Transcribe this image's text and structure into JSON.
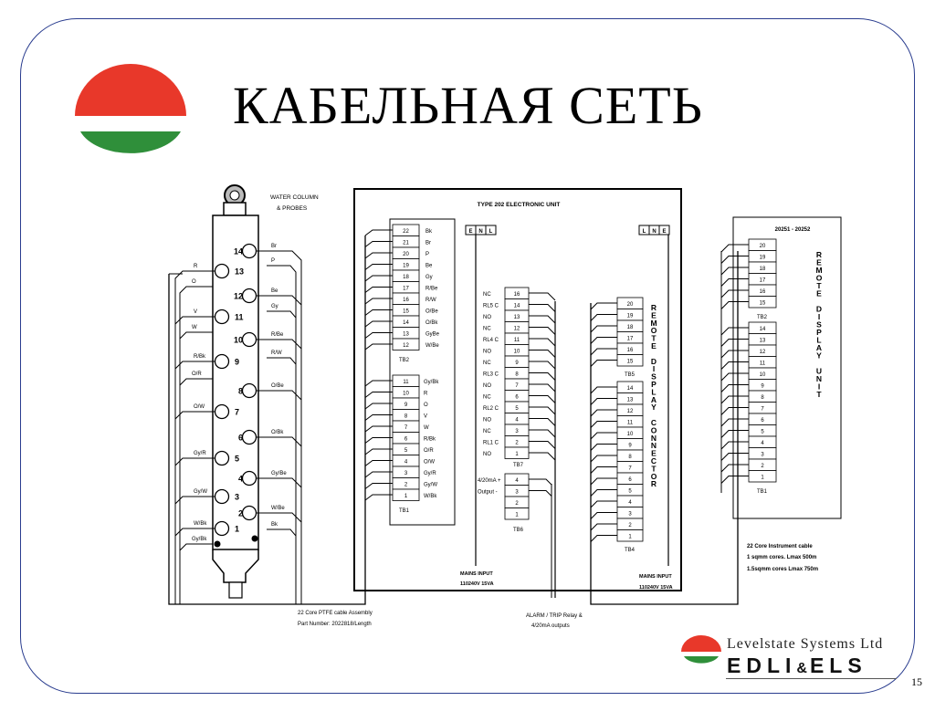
{
  "slide": {
    "title": "КАБЕЛЬНАЯ СЕТЬ",
    "page_number": "15",
    "colors": {
      "logo_red": "#e8382a",
      "logo_green": "#2f8f3a",
      "frame": "#2a3d8f"
    }
  },
  "brand": {
    "name": "Levelstate Systems Ltd",
    "mark_a": "EDLI",
    "mark_amp": "&",
    "mark_b": "ELS"
  },
  "probe_column": {
    "title": "WATER COLUMN",
    "subtitle": "& PROBES",
    "right_probes": [
      {
        "n": "14",
        "wire": "Br"
      },
      {
        "n": "12",
        "wire": "Be"
      },
      {
        "n": "10",
        "wire": "R/Be"
      },
      {
        "n": "8",
        "wire": "O/Be"
      },
      {
        "n": "6",
        "wire": "O/Bk"
      },
      {
        "n": "4",
        "wire": "Gy/Be"
      },
      {
        "n": "2",
        "wire": "W/Be"
      }
    ],
    "right_extra": [
      {
        "wire": "P"
      },
      {
        "wire": "Gy"
      },
      {
        "wire": "R/W"
      },
      {
        "wire": "Bk"
      }
    ],
    "left_probes": [
      {
        "n": "13",
        "wire": "R"
      },
      {
        "n": "11",
        "wire": "V"
      },
      {
        "n": "9",
        "wire": "R/Bk"
      },
      {
        "n": "7",
        "wire": "O/W"
      },
      {
        "n": "5",
        "wire": "Gy/R"
      },
      {
        "n": "3",
        "wire": "Gy/W"
      },
      {
        "n": "1",
        "wire": "W/Bk"
      }
    ],
    "left_extra": [
      {
        "wire": "O"
      },
      {
        "wire": "W"
      },
      {
        "wire": "O/R"
      },
      {
        "wire": "Gy/Bk"
      }
    ]
  },
  "electronic_unit": {
    "title": "TYPE 202 ELECTRONIC UNIT",
    "enl_left": [
      "E",
      "N",
      "L"
    ],
    "lne_right": [
      "L",
      "N",
      "E"
    ],
    "tb2": {
      "name": "TB2",
      "rows": [
        {
          "n": "22",
          "w": "Bk"
        },
        {
          "n": "21",
          "w": "Br"
        },
        {
          "n": "20",
          "w": "P"
        },
        {
          "n": "19",
          "w": "Be"
        },
        {
          "n": "18",
          "w": "Gy"
        },
        {
          "n": "17",
          "w": "R/Be"
        },
        {
          "n": "16",
          "w": "R/W"
        },
        {
          "n": "15",
          "w": "O/Be"
        },
        {
          "n": "14",
          "w": "O/Bk"
        },
        {
          "n": "13",
          "w": "GyBe"
        },
        {
          "n": "12",
          "w": "W/Be"
        }
      ]
    },
    "tb1": {
      "name": "TB1",
      "rows": [
        {
          "n": "11",
          "w": "Gy/Bk"
        },
        {
          "n": "10",
          "w": "R"
        },
        {
          "n": "9",
          "w": "O"
        },
        {
          "n": "8",
          "w": "V"
        },
        {
          "n": "7",
          "w": "W"
        },
        {
          "n": "6",
          "w": "R/Bk"
        },
        {
          "n": "5",
          "w": "O/R"
        },
        {
          "n": "4",
          "w": "O/W"
        },
        {
          "n": "3",
          "w": "Gy/R"
        },
        {
          "n": "2",
          "w": "Gy/W"
        },
        {
          "n": "1",
          "w": "W/Bk"
        }
      ]
    },
    "tb7": {
      "name": "TB7",
      "rows": [
        "16",
        "14",
        "13",
        "12",
        "11",
        "10",
        "9",
        "8",
        "7",
        "6",
        "5",
        "4",
        "3",
        "2",
        "1"
      ],
      "labels": [
        "NC",
        "RL5  C",
        "NO",
        "NC",
        "RL4  C",
        "NO",
        "NC",
        "RL3  C",
        "NO",
        "NC",
        "RL2  C",
        "NO",
        "NC",
        "RL1  C",
        "NO"
      ]
    },
    "tb6": {
      "name": "TB6",
      "rows": [
        "4",
        "3",
        "2",
        "1"
      ],
      "labels": [
        "4/20mA +",
        "Output  -",
        "",
        ""
      ]
    },
    "tb5": {
      "name": "TB5",
      "rows": [
        "20",
        "19",
        "18",
        "17",
        "16",
        "15"
      ]
    },
    "tb4": {
      "name": "TB4",
      "rows": [
        "14",
        "13",
        "12",
        "11",
        "10",
        "9",
        "8",
        "7",
        "6",
        "5",
        "4",
        "3",
        "2",
        "1"
      ]
    },
    "connector_label": "REMOTE DISPLAY CONNECTOR",
    "mains_left_1": "MAINS INPUT",
    "mains_left_2": "110240V 15VA",
    "mains_right_1": "MAINS INPUT",
    "mains_right_2": "110240V 15VA"
  },
  "remote_unit": {
    "model": "20251  -  20252",
    "vertical_label": "REMOTE DISPLAY UNIT",
    "tb2": {
      "name": "TB2",
      "rows": [
        "20",
        "19",
        "18",
        "17",
        "16",
        "15"
      ]
    },
    "tb1": {
      "name": "TB1",
      "rows": [
        "14",
        "13",
        "12",
        "11",
        "10",
        "9",
        "8",
        "7",
        "6",
        "5",
        "4",
        "3",
        "2",
        "1"
      ]
    }
  },
  "notes": {
    "cable_1": "22 Core PTFE cable Assembly",
    "cable_2": "Part Number: 2022818/Length",
    "alarm_1": "ALARM / TRIP Relay &",
    "alarm_2": "4/20mA outputs",
    "instr_1": "22 Core Instrument cable",
    "instr_2": "1 sqmm cores. Lmax 500m",
    "instr_3": "1.5sqmm cores Lmax 750m"
  }
}
